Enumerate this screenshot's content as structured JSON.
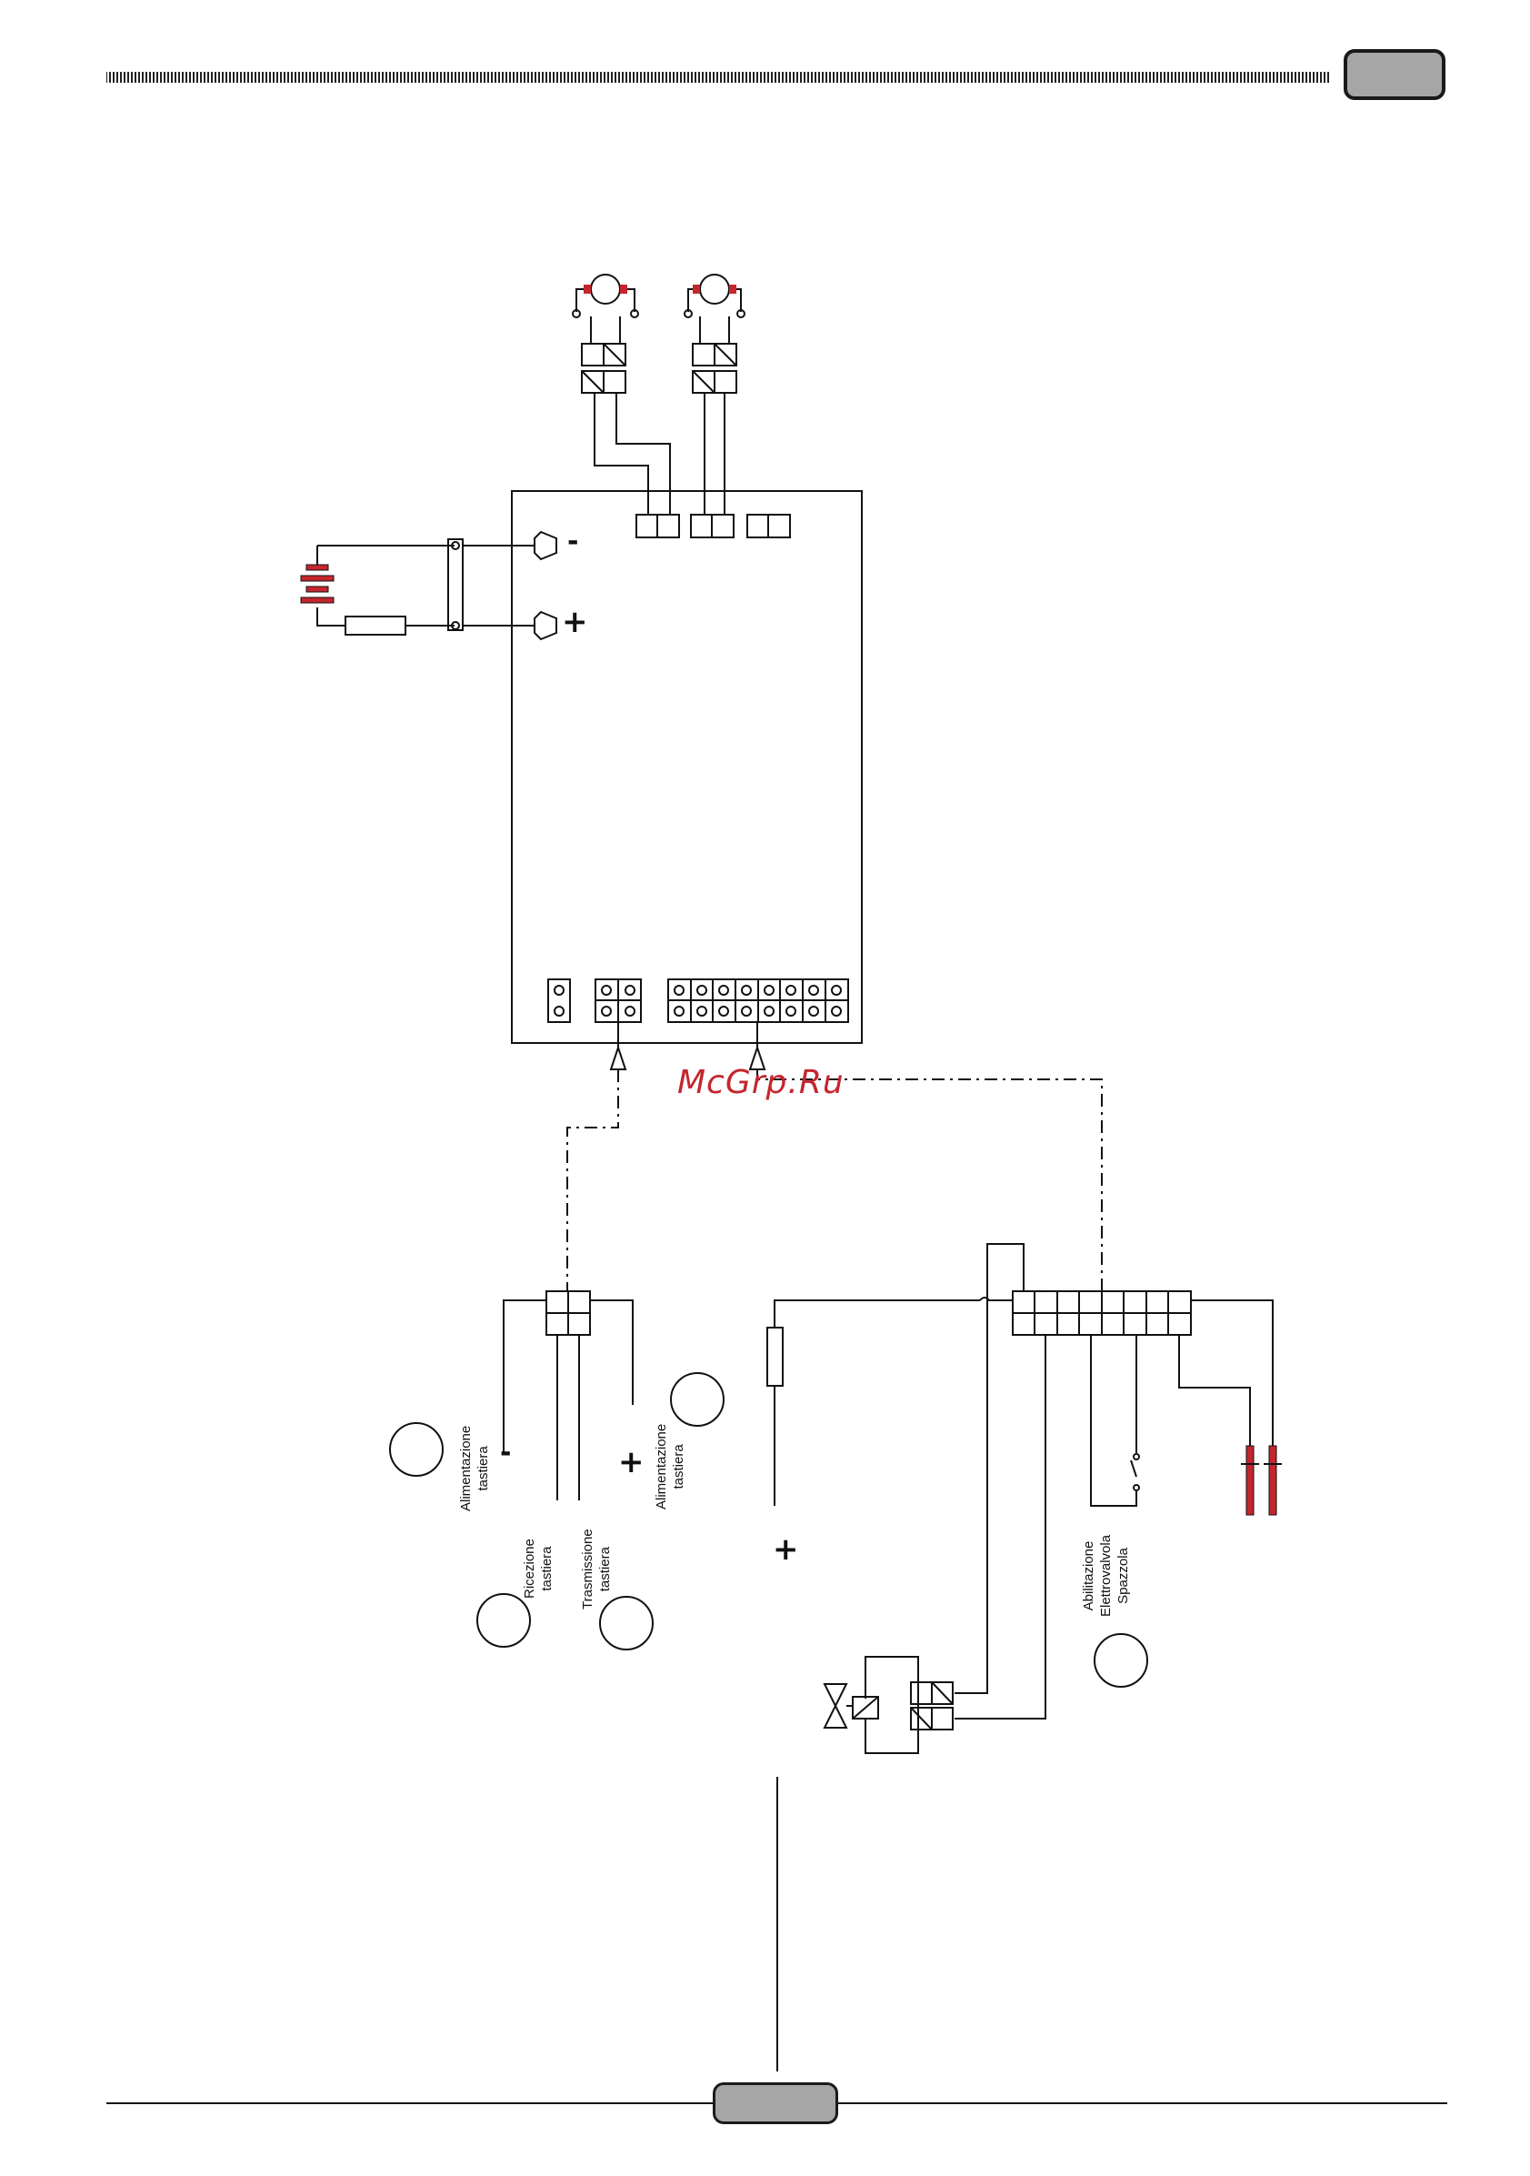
{
  "page": {
    "header_tab": "",
    "page_number_tab": "",
    "watermark": "McGrp.Ru"
  },
  "diagram": {
    "battery_terminals": {
      "negative": "-",
      "positive": "+"
    },
    "labels": {
      "keyboard_power_negative": "Alimentazione\ntastiera",
      "keyboard_power_negative_sign": "-",
      "keyboard_receive": "Ricezione\ntastiera",
      "keyboard_transmit": "Trasmissione\ntastiera",
      "keyboard_power_positive": "Alimentazione\ntastiera",
      "keyboard_power_positive_sign": "+",
      "valve_supply_sign": "+",
      "brush_valve_enable": "Abilitazione\nElettrovalvola\nSpazzola"
    },
    "colors": {
      "line": "#111111",
      "component_red": "#c4262e",
      "tab_fill": "#a6a6a6"
    }
  }
}
